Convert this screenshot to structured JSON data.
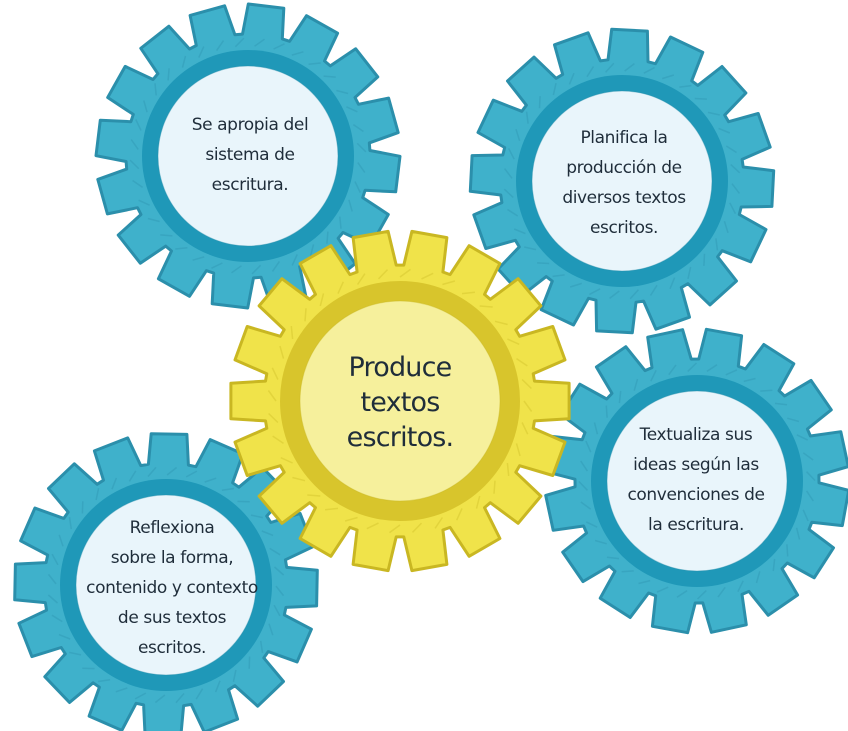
{
  "colors": {
    "blue_gear": "#3fb1cb",
    "blue_gear_dark": "#2b8fab",
    "blue_ring": "#1f98b8",
    "blue_inner": "#e9f5fb",
    "yellow_gear": "#f0e34a",
    "yellow_gear_dark": "#c9b722",
    "yellow_ring": "#d8c52c",
    "yellow_inner": "#f6f09c",
    "text": "#1f2d3a"
  },
  "gears": {
    "center": {
      "text": "Produce\ntextos\nescritos."
    },
    "top_left": {
      "text": "Se apropia del\nsistema de\nescritura."
    },
    "top_right": {
      "text": "Planifica la\nproducción de\ndiversos textos\nescritos."
    },
    "right": {
      "text": "Textualiza sus\nideas según las\nconvenciones de\nla escritura."
    },
    "bottom_left": {
      "text": "Reflexiona\nsobre la forma,\ncontenido y contexto\nde sus textos\nescritos."
    }
  }
}
